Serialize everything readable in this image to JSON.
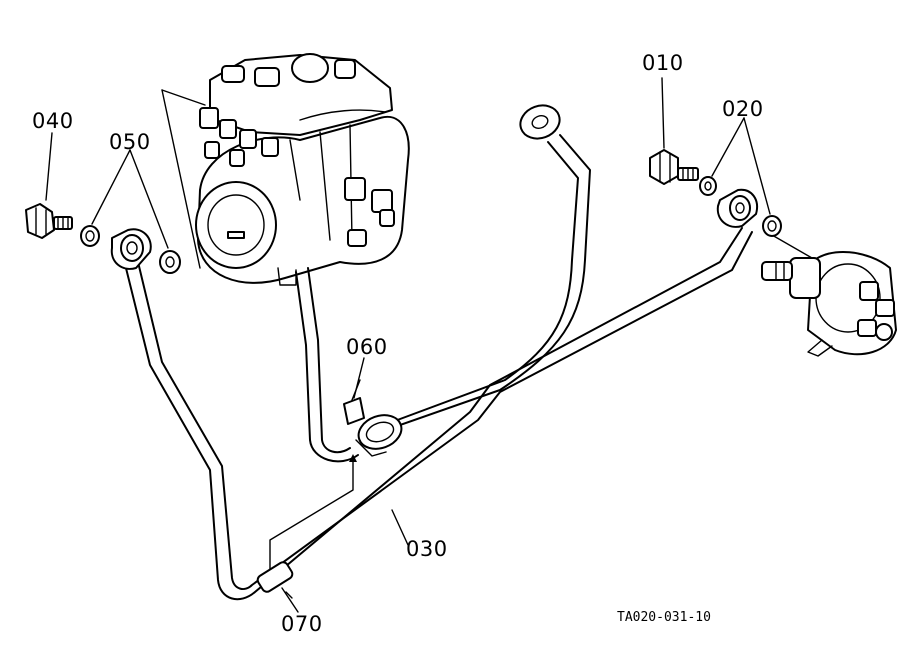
{
  "labels": {
    "p010": "010",
    "p020": "020",
    "p030": "030",
    "p040": "040",
    "p050": "050",
    "p060": "060",
    "p070": "070"
  },
  "figure_ref": "TA020-031-10"
}
